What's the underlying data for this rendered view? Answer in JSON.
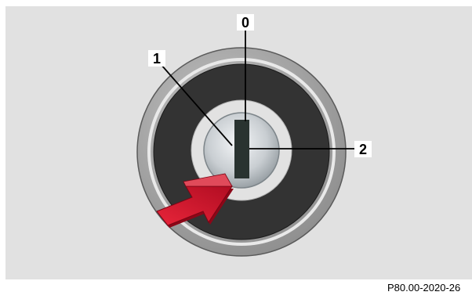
{
  "callouts": {
    "position_0": "0",
    "position_1": "1",
    "position_2": "2"
  },
  "reference_code": "P80.00-2020-26",
  "colors": {
    "panel_background": "#e1e1e1",
    "outer_ring": "#a6a6a6",
    "dark_bezel": "#333333",
    "inner_ring": "#e2e2e2",
    "key_slot": "#293330",
    "arrow": "#d0142c",
    "callout_box": "#ffffff"
  },
  "icons": {
    "arrow": "push-arrow-icon"
  }
}
